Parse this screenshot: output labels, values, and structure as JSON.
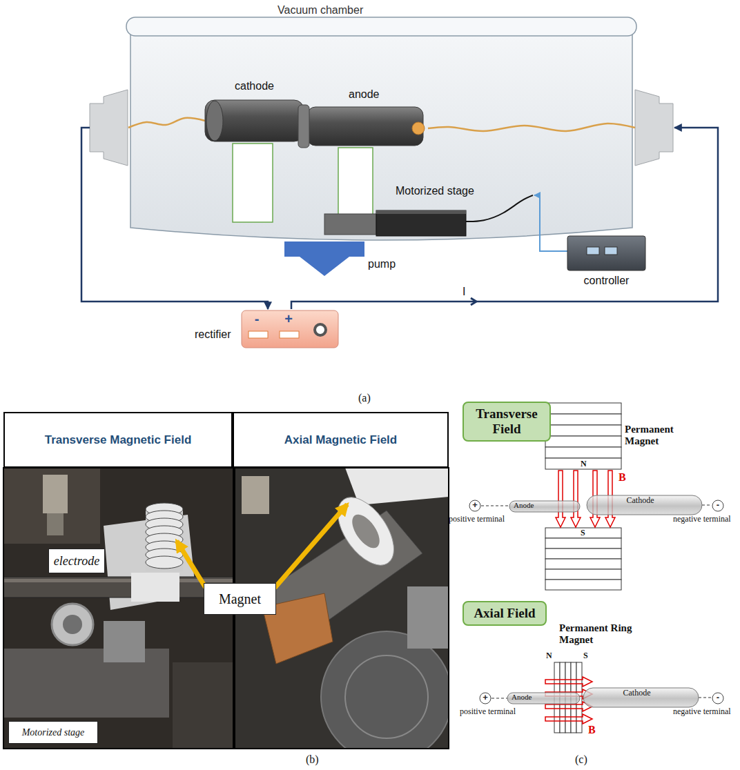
{
  "diagram": {
    "nodes": [
      {
        "text": [
          "Vacuum chamber"
        ]
      },
      {
        "text": [
          "cathode"
        ],
        "in": 0
      },
      {
        "text": [
          "anode"
        ],
        "in": 0
      },
      {
        "text": [
          "Motorized stage"
        ],
        "in": 0
      },
      {
        "text": [
          "controller"
        ]
      },
      {
        "text": [
          "rectifier",
          "-",
          "+"
        ]
      },
      {
        "text": [
          "Transverse Magnetic Field"
        ]
      },
      {
        "text": [
          "Axial Magnetic Field"
        ]
      },
      {
        "text": [
          "electrode"
        ]
      },
      {
        "text": [
          "Magnet"
        ]
      },
      {
        "text": [
          "Motorized stage"
        ]
      },
      {
        "text": [
          "Transverse Field"
        ]
      },
      {
        "text": [
          "+"
        ]
      },
      {
        "text": [
          "Anode"
        ]
      },
      {
        "text": [
          "Cathode"
        ]
      },
      {
        "text": [
          "-"
        ]
      },
      {
        "text": [
          "Axial Field"
        ]
      },
      {
        "text": [
          "+"
        ]
      },
      {
        "text": [
          "Anode"
        ]
      },
      {
        "text": [
          "Cathode"
        ]
      },
      {
        "text": [
          "-"
        ]
      }
    ],
    "edges": [
      {
        "from": 1,
        "to": 5,
        "arrow": "to"
      },
      {
        "from": 5,
        "to": 2,
        "label": "I",
        "arrow": "to"
      },
      {
        "from": 4,
        "to": 3,
        "arrow": "to"
      },
      {
        "from": 12,
        "to": 13,
        "arrow": "none"
      },
      {
        "from": 14,
        "to": 15,
        "arrow": "none"
      },
      {
        "from": 17,
        "to": 18,
        "arrow": "none"
      },
      {
        "from": 19,
        "to": 20,
        "arrow": "none"
      }
    ],
    "labels": [
      "pump",
      "(a)",
      "(b)",
      "(c)",
      "Permanent Magnet",
      "N",
      "S",
      "B",
      "positive terminal",
      "negative terminal",
      "Permanent Ring Magnet",
      "N",
      "S",
      "B",
      "positive terminal",
      "negative terminal"
    ]
  }
}
